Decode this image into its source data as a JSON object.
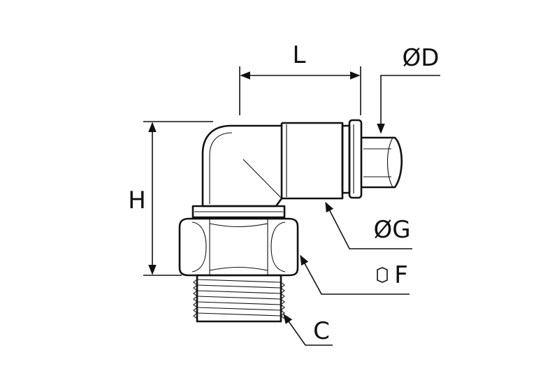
{
  "labels": {
    "L": "L",
    "D": "ØD",
    "H": "H",
    "G": "ØG",
    "F": "F",
    "C": "C"
  },
  "colors": {
    "ink": "#111111",
    "background": "#ffffff"
  }
}
